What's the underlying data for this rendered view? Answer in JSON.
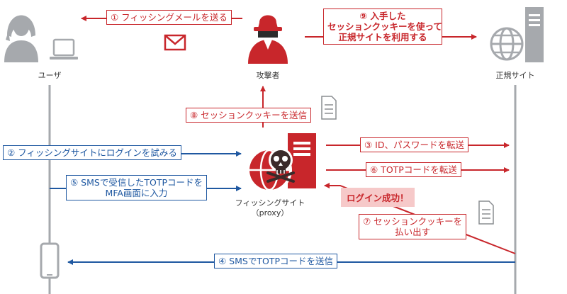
{
  "actors": {
    "user": "ユーザ",
    "attacker": "攻撃者",
    "legit_site": "正規サイト",
    "phishing_site_line1": "フィッシングサイト",
    "phishing_site_line2": "（proxy）"
  },
  "steps": {
    "s1": "① フィッシングメールを送る",
    "s2": "② フィッシングサイトにログインを試みる",
    "s3": "③ ID、パスワードを転送",
    "s4": "④ SMSでTOTPコードを送信",
    "s5_line1": "⑤ SMSで受信したTOTPコードを",
    "s5_line2": "MFA画面に入力",
    "s6": "⑥ TOTPコードを転送",
    "s7_line1": "⑦ セッションクッキーを",
    "s7_line2": "払い出す",
    "s8": "⑧ セッションクッキーを送信",
    "s9_line1": "⑨ 入手した",
    "s9_line2": "セッションクッキーを使って",
    "s9_line3": "正規サイトを利用する"
  },
  "badge": "ログイン成功！",
  "colors": {
    "red": "#c8262b",
    "blue": "#1f58a1",
    "gray": "#a6a9ad",
    "badge_bg": "#f6c9c9"
  },
  "icons": [
    "user-icon",
    "laptop-icon",
    "smartphone-icon",
    "hacker-icon",
    "mail-icon",
    "server-globe-icon",
    "phishing-server-icon",
    "document-icon"
  ]
}
